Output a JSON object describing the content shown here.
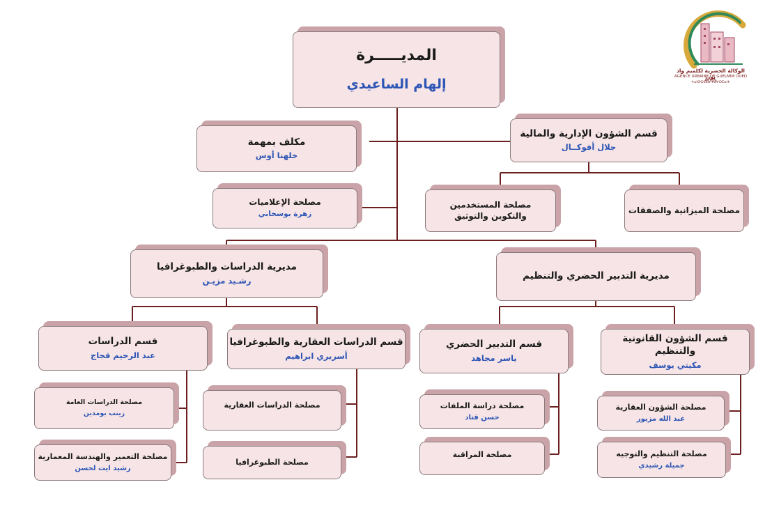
{
  "colors": {
    "box_fill": "#f6e4e6",
    "box_shadow": "#c9a3a8",
    "line": "#6b1f1f",
    "person": "#2d55b5"
  },
  "logo": {
    "title": "الوكالة الحضرية لكلميم واد نون",
    "subtitle": "AGENCE URBAINE DE GUELMIM OUED NOUN",
    "tifinagh": "ⵜⴰⵏⵙⵙⵉⵎⴰ ⵜⴰⵖⵔⵎⴰⵏⵜ",
    "icon": "agency-logo-icon"
  },
  "nodes": {
    "director": {
      "title": "المديـــــرة",
      "person": "إلهام الساعيدي"
    },
    "mission": {
      "title": "مكلف بمهمة",
      "person": "خلهنا أوس"
    },
    "info_service": {
      "title": "مصلحة الإعلاميات",
      "person": "زهرة بوسحابي"
    },
    "admin_dept": {
      "title": "قسم الشؤون الإدارية والمالية",
      "person": "جلال أفوكــال"
    },
    "staff_service": {
      "title": "مصلحة المستخدمين والتكوين والتوثيق"
    },
    "budget_service": {
      "title": "مصلحة الميزانية والصفقات"
    },
    "studies_dir": {
      "title": "مديرية الدراسات والطبوغرافيا",
      "person": "رشـيد مزيـن"
    },
    "urban_dir": {
      "title": "مديرية التدبير الحضري والتنظيم"
    },
    "studies_dept": {
      "title": "قسم الدراسات",
      "person": "عبد الرحيم قجاج"
    },
    "land_dept": {
      "title": "قسم الدراسات العقارية والطبوغرافيا",
      "person": "أسريري ابراهيم"
    },
    "urban_mgmt_dept": {
      "title": "قسم التدبير الحضري",
      "person": "ياسر مجاهد"
    },
    "legal_dept": {
      "title": "قسم الشؤون القانونية والتنظيم",
      "person": "مكيتي يوسف"
    },
    "general_studies": {
      "title": "مصلحة الدراسات العامة",
      "person": "زينب بومدين"
    },
    "urbanism_arch": {
      "title": "مصلحة التعمير والهندسة المعمارية",
      "person": "رشيد ايت لحسن"
    },
    "land_studies": {
      "title": "مصلحة الدراسات العقارية"
    },
    "topography": {
      "title": "مصلحة الطبوغرافيا"
    },
    "files_study": {
      "title": "مصلحة دراسة الملفات",
      "person": "حسن قتاد"
    },
    "monitoring": {
      "title": "مصلحة المراقبة"
    },
    "land_affairs": {
      "title": "مصلحة الشؤون العقارية",
      "person": "عبد الله مزيور"
    },
    "regulation": {
      "title": "مصلحة التنظيم والتوجيه",
      "person": "جميلة رشيدي"
    }
  }
}
